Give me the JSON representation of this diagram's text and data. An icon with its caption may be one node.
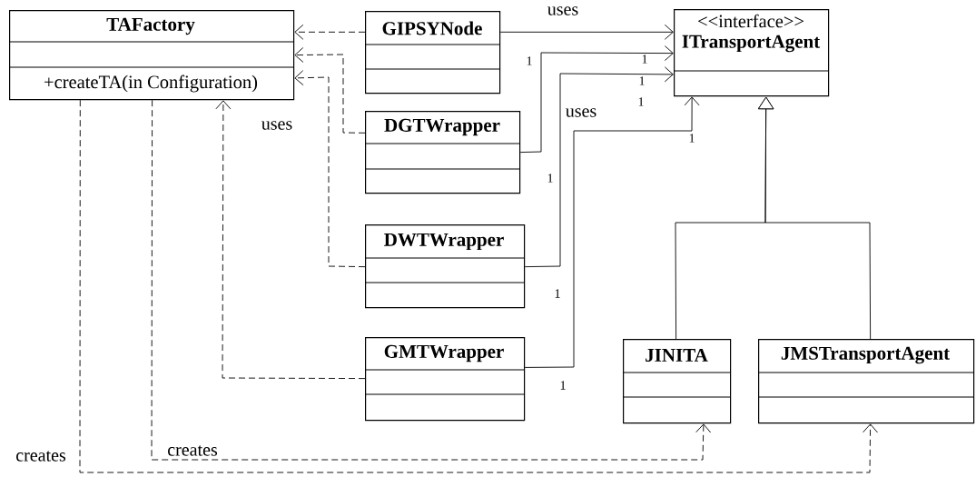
{
  "diagram": {
    "nodes": [
      {
        "text": [
          "TAFactory",
          "+createTA(in Configuration)"
        ]
      },
      {
        "text": [
          "GIPSYNode"
        ]
      },
      {
        "text": [
          "DGTWrapper"
        ]
      },
      {
        "text": [
          "DWTWrapper"
        ]
      },
      {
        "text": [
          "GMTWrapper"
        ]
      },
      {
        "text": [
          "<<interface>>",
          "ITransportAgent"
        ]
      },
      {
        "text": [
          "JINITA"
        ]
      },
      {
        "text": [
          "JMSTransportAgent"
        ]
      }
    ],
    "edges": [
      {
        "from": 1,
        "to": 0,
        "arrow": "to",
        "style": "dashed"
      },
      {
        "from": 2,
        "to": 0,
        "arrow": "to",
        "style": "dashed"
      },
      {
        "from": 3,
        "to": 0,
        "arrow": "to",
        "style": "dashed"
      },
      {
        "from": 4,
        "to": 0,
        "arrow": "to",
        "style": "dashed",
        "label": "uses"
      },
      {
        "from": 1,
        "to": 5,
        "arrow": "to",
        "label": "uses"
      },
      {
        "from": 2,
        "to": 5,
        "arrow": "to"
      },
      {
        "from": 3,
        "to": 5,
        "arrow": "to",
        "label": "uses"
      },
      {
        "from": 4,
        "to": 5,
        "arrow": "to"
      },
      {
        "from": 6,
        "to": 5,
        "arrow": "to"
      },
      {
        "from": 7,
        "to": 5,
        "arrow": "to"
      },
      {
        "from": 0,
        "to": 6,
        "arrow": "to",
        "style": "dashed",
        "label": "creates"
      },
      {
        "from": 0,
        "to": 7,
        "arrow": "to",
        "style": "dashed",
        "label": "creates"
      }
    ],
    "labels": [
      "1",
      "1",
      "1",
      "1",
      "1",
      "1",
      "1",
      "1"
    ]
  }
}
